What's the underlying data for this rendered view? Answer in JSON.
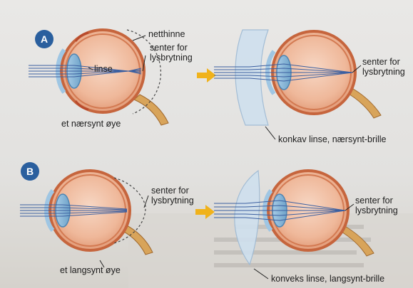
{
  "panel_a": {
    "badge": "A",
    "left_eye": {
      "label_lens": "linse",
      "label_retina": "netthinne",
      "label_center": [
        "senter for",
        "lysbrytning"
      ],
      "caption": "et nærsynt øye"
    },
    "right_eye": {
      "label_center": [
        "senter for",
        "lysbrytning"
      ],
      "lens_caption": "konkav linse, nærsynt-brille"
    }
  },
  "panel_b": {
    "badge": "B",
    "left_eye": {
      "label_center": [
        "senter for",
        "lysbrytning"
      ],
      "caption": "et langsynt øye"
    },
    "right_eye": {
      "label_center": [
        "senter for",
        "lysbrytning"
      ],
      "lens_caption": "konveks linse, langsynt-brille"
    }
  },
  "colors": {
    "badge": "#2a5f9e",
    "arrow": "#f0b21b",
    "eyeball": "#efb89a",
    "sclera_edge": "#c6653d",
    "lens": "#7eb3d6",
    "glasses": "#cfe0ee"
  },
  "icons": [
    "arrow-right-icon"
  ]
}
